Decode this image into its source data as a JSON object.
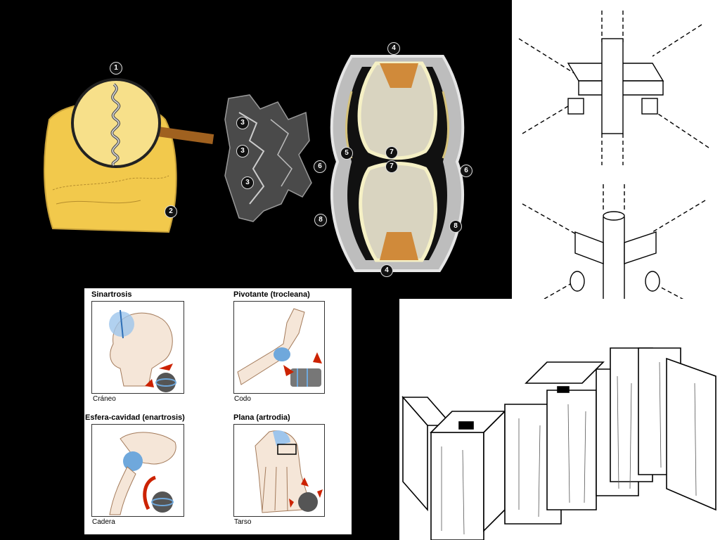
{
  "colors": {
    "background": "#000000",
    "skull": "#f2c94c",
    "joint_blue": "#6fa8dc",
    "arrow_red": "#cc2200",
    "bone": "#f5e6d8"
  },
  "joint_diagram": {
    "numbers": [
      "1",
      "2",
      "3",
      "3",
      "3",
      "4",
      "4",
      "5",
      "6",
      "6",
      "7",
      "7",
      "8",
      "8"
    ]
  },
  "joint_types": {
    "sinartrosis": {
      "title": "Sinartrosis",
      "caption": "Cráneo"
    },
    "pivotante": {
      "title": "Pivotante (trocleana)",
      "caption": "Codo"
    },
    "enartrosis": {
      "title": "Esfera-cavidad (enartrosis)",
      "caption": "Cadera"
    },
    "artrodia": {
      "title": "Plana (artrodia)",
      "caption": "Tarso"
    }
  },
  "icons": [
    "magnifier-icon",
    "arrow-icon"
  ]
}
